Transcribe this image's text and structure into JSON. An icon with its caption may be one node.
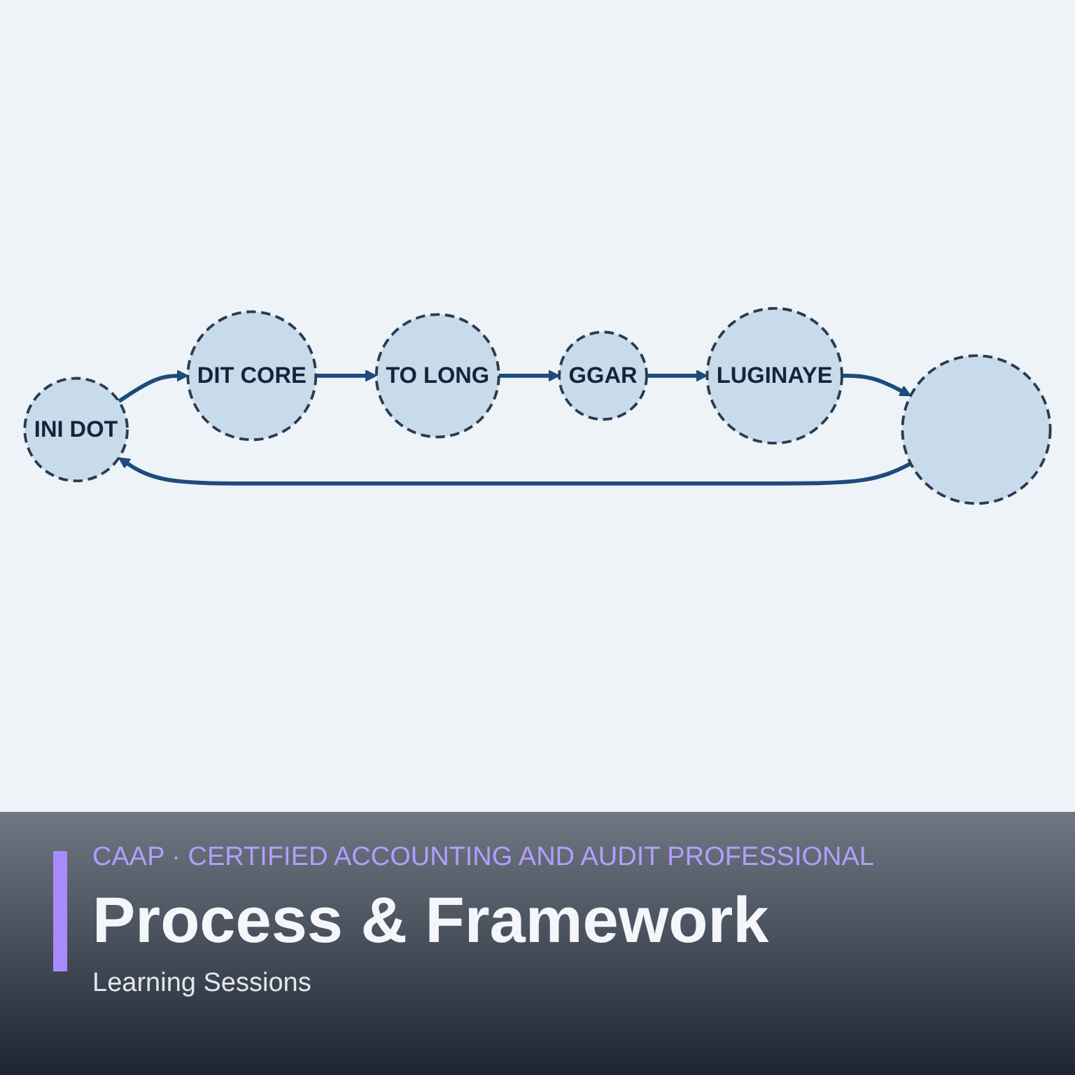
{
  "diagram": {
    "title": "Process & Framework",
    "nodes": [
      {
        "text": [
          "INI DOT"
        ]
      },
      {
        "text": [
          "DIT CORE"
        ]
      },
      {
        "text": [
          "TO LONG"
        ]
      },
      {
        "text": [
          "GGAR"
        ]
      },
      {
        "text": [
          "LUGINAYE"
        ]
      },
      {
        "text": [],
        "shape": "circle"
      }
    ],
    "edges": [
      {
        "from": 0,
        "to": 1,
        "arrow": "to"
      },
      {
        "from": 1,
        "to": 2,
        "arrow": "to"
      },
      {
        "from": 2,
        "to": 3,
        "arrow": "to"
      },
      {
        "from": 3,
        "to": 4,
        "arrow": "to"
      },
      {
        "from": 4,
        "to": 5,
        "arrow": "to"
      },
      {
        "from": 5,
        "to": 0,
        "arrow": "to"
      }
    ],
    "labels": [
      "CAAP · CERTIFIED ACCOUNTING AND AUDIT PROFESSIONAL",
      "Learning Sessions"
    ]
  }
}
